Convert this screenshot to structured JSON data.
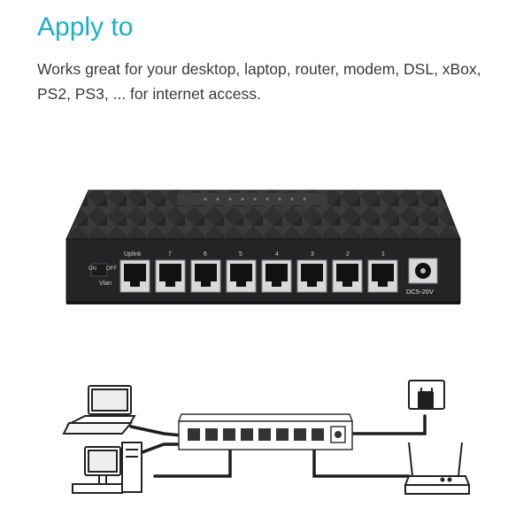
{
  "heading": "Apply to",
  "description": "Works great for your desktop, laptop, router, modem, DSL, xBox, PS2, PS3, ... for internet access.",
  "switch": {
    "uplink_label": "Uplink",
    "port_numbers": [
      "7",
      "6",
      "5",
      "4",
      "3",
      "2",
      "1"
    ],
    "vlan_on": "ON",
    "vlan_off": "OFF",
    "vlan_label": "Vlan",
    "power_label": "DC5-20V"
  },
  "colors": {
    "heading": "#1aaec6",
    "text": "#3a3a3a",
    "device_body": "#2b2b2d"
  },
  "icons": [
    "laptop-icon",
    "desktop-computer-icon",
    "wall-outlet-icon",
    "power-adapter-icon",
    "wifi-router-icon",
    "network-switch-icon"
  ]
}
